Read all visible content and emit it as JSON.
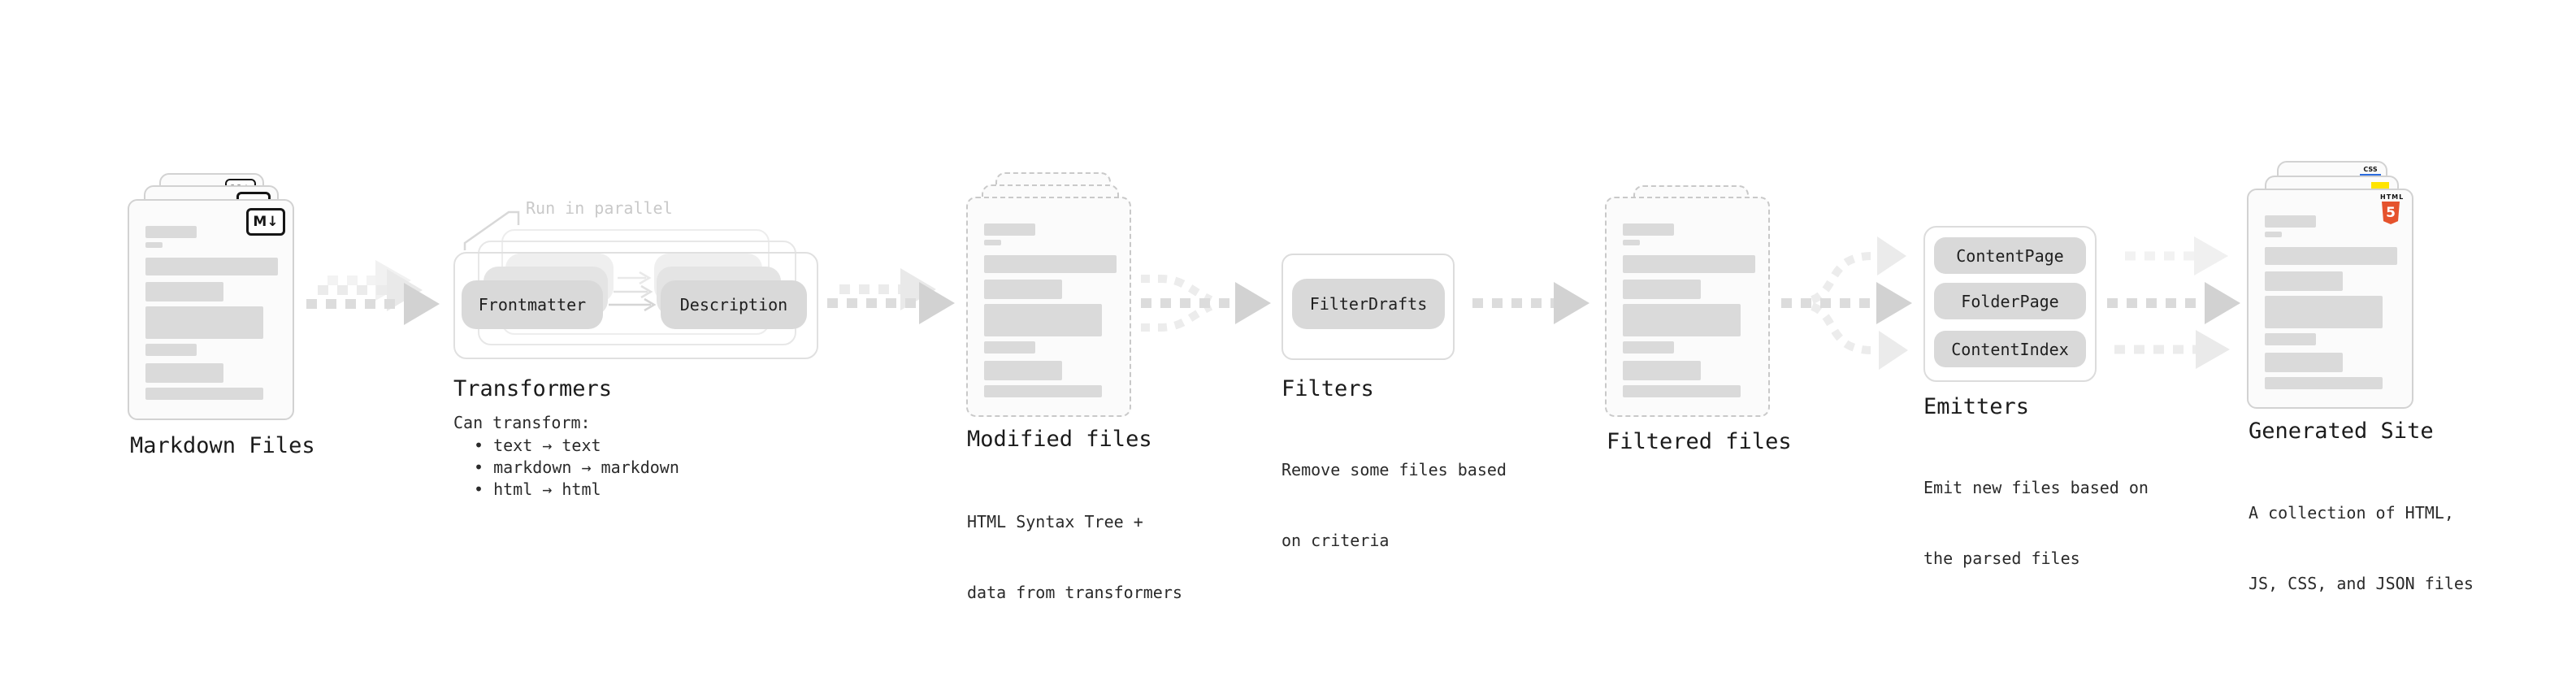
{
  "colors": {
    "html5_orange": "#e5532d",
    "js_yellow": "#ffe400",
    "css_blue": "#2b6bdf",
    "pill_grey": "#d9d9d9",
    "arrow_grey": "#d2d2d2"
  },
  "stages": {
    "markdown": {
      "label": "Markdown Files",
      "file_badge": "M↓"
    },
    "transformers": {
      "label": "Transformers",
      "annotation": "Run in parallel",
      "pill_left": "Frontmatter",
      "pill_right": "Description",
      "note": "Can transform:",
      "bullets": [
        "• text → text",
        "• markdown → markdown",
        "• html → html"
      ]
    },
    "modified": {
      "label": "Modified files",
      "description": [
        "HTML Syntax Tree +",
        "data from transformers"
      ]
    },
    "filters": {
      "label": "Filters",
      "pill": "FilterDrafts",
      "description": [
        "Remove some files based",
        "on criteria"
      ]
    },
    "filtered": {
      "label": "Filtered files"
    },
    "emitters": {
      "label": "Emitters",
      "pills": [
        "ContentPage",
        "FolderPage",
        "ContentIndex"
      ],
      "description": [
        "Emit new files based on",
        "the parsed files"
      ]
    },
    "generated": {
      "label": "Generated Site",
      "description": [
        "A collection of HTML,",
        "JS, CSS, and JSON files"
      ],
      "badges": {
        "html_label": "HTML",
        "html_number": "5",
        "css_label": "CSS"
      }
    }
  }
}
